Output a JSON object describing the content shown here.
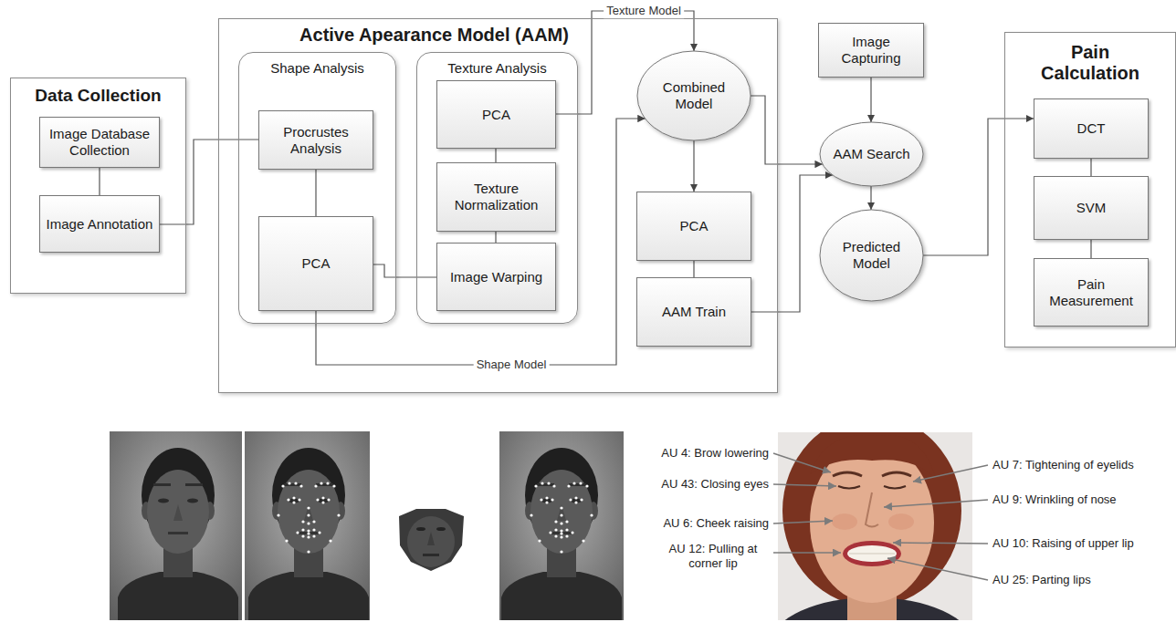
{
  "diagram": {
    "nodes": [
      {
        "text": [
          "Data Collection"
        ]
      },
      {
        "text": [
          "Image Database Collection"
        ],
        "in": 0
      },
      {
        "text": [
          "Image Annotation"
        ],
        "in": 0
      },
      {
        "text": [
          "Active Apearance Model (AAM)"
        ]
      },
      {
        "text": [
          "Shape Analysis"
        ],
        "in": 3
      },
      {
        "text": [
          "Procrustes Analysis"
        ],
        "in": 4
      },
      {
        "text": [
          "PCA"
        ],
        "in": 4
      },
      {
        "text": [
          "Texture Analysis"
        ],
        "in": 3
      },
      {
        "text": [
          "PCA"
        ],
        "in": 7
      },
      {
        "text": [
          "Texture Normalization"
        ],
        "in": 7
      },
      {
        "text": [
          "Image Warping"
        ],
        "in": 7
      },
      {
        "text": [
          "Combined Model"
        ],
        "in": 3
      },
      {
        "text": [
          "PCA"
        ],
        "in": 3
      },
      {
        "text": [
          "AAM Train"
        ],
        "in": 3
      },
      {
        "text": [
          "Image Capturing"
        ]
      },
      {
        "text": [
          "AAM Search"
        ]
      },
      {
        "text": [
          "Predicted Model"
        ]
      },
      {
        "text": [
          "Pain Calculation"
        ]
      },
      {
        "text": [
          "DCT"
        ],
        "in": 17
      },
      {
        "text": [
          "SVM"
        ],
        "in": 17
      },
      {
        "text": [
          "Pain Measurement"
        ],
        "in": 17
      }
    ],
    "edges": [
      {
        "from": 1,
        "to": 2,
        "arrow": "none"
      },
      {
        "from": 2,
        "to": 5,
        "arrow": "none"
      },
      {
        "from": 5,
        "to": 6,
        "arrow": "none"
      },
      {
        "from": 6,
        "to": 10,
        "arrow": "none"
      },
      {
        "from": 8,
        "to": 9,
        "arrow": "none"
      },
      {
        "from": 9,
        "to": 10,
        "arrow": "none"
      },
      {
        "from": 8,
        "to": 11,
        "label": "Texture Model",
        "arrow": "to"
      },
      {
        "from": 6,
        "to": 11,
        "label": "Shape Model",
        "arrow": "to"
      },
      {
        "from": 11,
        "to": 12,
        "arrow": "to"
      },
      {
        "from": 12,
        "to": 13,
        "arrow": "none"
      },
      {
        "from": 11,
        "to": 15,
        "arrow": "to"
      },
      {
        "from": 13,
        "to": 15,
        "arrow": "to"
      },
      {
        "from": 14,
        "to": 15,
        "arrow": "to"
      },
      {
        "from": 15,
        "to": 16,
        "arrow": "to"
      },
      {
        "from": 16,
        "to": 18,
        "arrow": "to"
      },
      {
        "from": 18,
        "to": 19,
        "arrow": "none"
      },
      {
        "from": 19,
        "to": 20,
        "arrow": "none"
      }
    ],
    "labels": [
      "AU 4: Brow lowering",
      "AU 43: Closing eyes",
      "AU 6: Cheek raising",
      "AU 12: Pulling at corner lip",
      "AU 7: Tightening of eyelids",
      "AU 9: Wrinkling of nose",
      "AU 10: Raising of upper lip",
      "AU 25: Parting lips"
    ]
  }
}
